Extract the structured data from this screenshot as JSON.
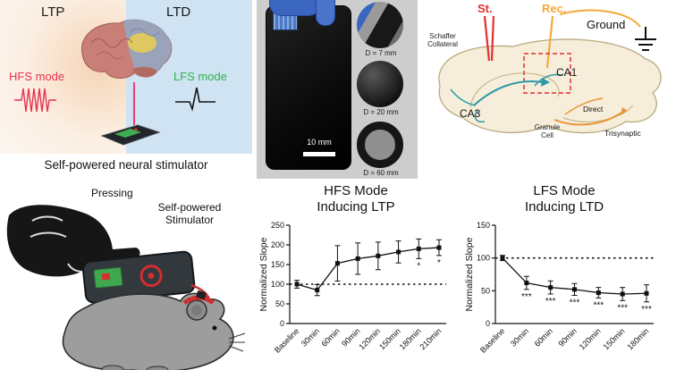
{
  "panel_stimulator": {
    "ltp": "LTP",
    "ltd": "LTD",
    "hfs_mode": "HFS mode",
    "lfs_mode": "LFS mode",
    "caption": "Self-powered neural stimulator",
    "colors": {
      "hfs_red": "#e8334e",
      "lfs_green": "#2eb34d",
      "ltp_bg": "#fbeadc",
      "ltd_bg": "#cfe3f3"
    }
  },
  "panel_device": {
    "scale_bar": "10 mm",
    "inset_labels": [
      "D = 7 mm",
      "D = 20 mm",
      "D = 60 mm"
    ]
  },
  "panel_hippocampus": {
    "st": "St.",
    "rec": "Rec.",
    "ground": "Ground",
    "schaffer_line1": "Schaffer",
    "schaffer_line2": "Collateral",
    "ca1": "CA1",
    "ca3": "CA3",
    "direct": "Direct",
    "granule_line1": "Granule",
    "granule_line2": "Cell",
    "trisynaptic": "Trisynaptic",
    "colors": {
      "st_red": "#e03030",
      "rec_orange": "#f2a93b"
    }
  },
  "panel_experiment": {
    "pressing": "Pressing",
    "stim_line1": "Self-powered",
    "stim_line2": "Stimulator"
  },
  "chart_data": [
    {
      "type": "line",
      "title_lines": [
        "HFS Mode",
        "Inducing LTP"
      ],
      "ylabel": "Normalized Slope",
      "ylim": [
        0,
        250
      ],
      "yticks": [
        0,
        50,
        100,
        150,
        200,
        250
      ],
      "categories": [
        "Baseline",
        "30min",
        "60min",
        "90min",
        "120min",
        "150min",
        "180min",
        "210min"
      ],
      "values": [
        100,
        85,
        153,
        165,
        172,
        182,
        190,
        193
      ],
      "errors": [
        10,
        14,
        45,
        40,
        35,
        28,
        25,
        20
      ],
      "annotations": [
        "",
        "",
        "",
        "",
        "",
        "",
        "*",
        "*"
      ],
      "reference_line": 100,
      "legend": null,
      "grid": false
    },
    {
      "type": "line",
      "title_lines": [
        "LFS Mode",
        "Inducing LTD"
      ],
      "ylabel": "Normalized Slope",
      "ylim": [
        0,
        150
      ],
      "yticks": [
        0,
        50,
        100,
        150
      ],
      "categories": [
        "Baseline",
        "30min",
        "60min",
        "90min",
        "120min",
        "150min",
        "180min"
      ],
      "values": [
        100,
        62,
        55,
        52,
        47,
        45,
        46
      ],
      "errors": [
        4,
        10,
        10,
        9,
        8,
        10,
        13
      ],
      "annotations": [
        "",
        "***",
        "***",
        "***",
        "***",
        "***",
        "***"
      ],
      "reference_line": 100,
      "legend": null,
      "grid": false
    }
  ]
}
